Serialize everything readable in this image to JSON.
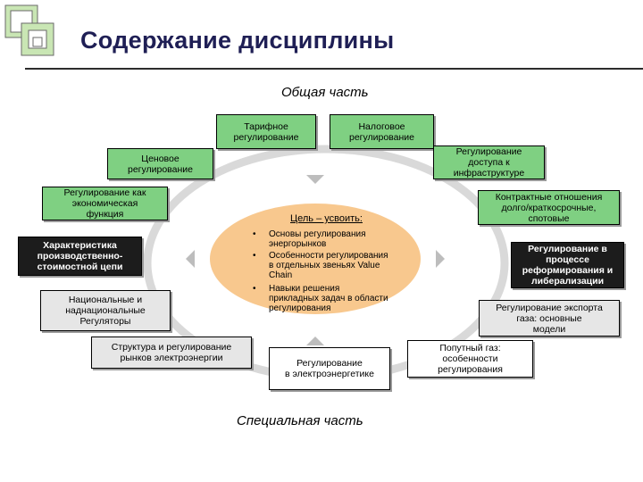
{
  "header": {
    "title": "Содержание дисциплины"
  },
  "sections": {
    "general": "Общая часть",
    "special": "Специальная часть"
  },
  "center": {
    "goal_title": "Цель – усвоить:",
    "items": [
      "Основы регулирования\nэнергорынков",
      "Особенности регулирования\nв отдельных звеньях Value\nChain",
      "Навыки решения\nприкладных задач в области\nрегулирования"
    ]
  },
  "nodes": {
    "tariff": "Тарифное\nрегулирование",
    "tax": "Налоговое\nрегулирование",
    "price": "Ценовое\nрегулирование",
    "infra_access": "Регулирование\nдоступа к\nинфраструктуре",
    "economic_function": "Регулирование как\nэкономическая\nфункция",
    "contracts": "Контрактные отношения\nдолго/краткосрочные,\nспотовые",
    "value_chain": "Характеристика\nпроизводственно-\nстоимостной цепи",
    "reform": "Регулирование в\nпроцессе\nреформирования и\nлиберализации",
    "regulators": "Национальные и\nнаднациональные\nРегуляторы",
    "gas_export": "Регулирование экспорта\nгаза: основные\nмодели",
    "electricity_markets": "Структура и регулирование\nрынков электроэнергии",
    "power_regulation": "Регулирование\nв электроэнергетике",
    "associated_gas": "Попутный газ:\nособенности\nрегулирования"
  },
  "colors": {
    "title": "#1f1f55",
    "green_box": "#7fd082",
    "dark_box": "#1c1c1c",
    "light_box": "#e6e6e6",
    "center_ellipse": "#f8c88e",
    "ring": "#d9d9d9",
    "arrow": "#bdbdbd"
  }
}
